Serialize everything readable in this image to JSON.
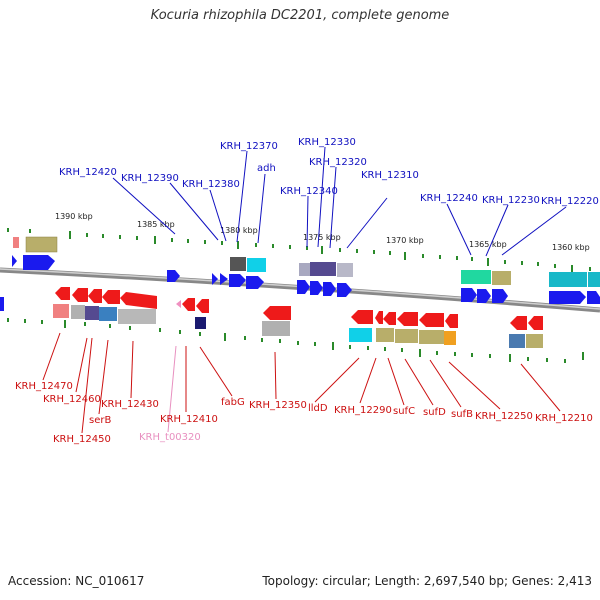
{
  "title": "Kocuria rhizophila DC2201, complete genome",
  "footer": {
    "accession": "Accession: NC_010617",
    "summary": "Topology: circular; Length: 2,697,540 bp; Genes: 2,413"
  },
  "colors": {
    "forward_label": "#1010c0",
    "reverse_label": "#cc1010",
    "rna_label": "#e890c0",
    "forward_gene": "#1a1aee",
    "reverse_gene": "#ee1a1a",
    "backbone": "#888888",
    "tick": "#2a8a2a"
  },
  "scale_labels": [
    "1390 kbp",
    "1385 kbp",
    "1380 kbp",
    "1375 kbp",
    "1370 kbp",
    "1365 kbp",
    "1360 kbp"
  ],
  "forward_labels": [
    "KRH_12420",
    "KRH_12390",
    "KRH_12380",
    "KRH_12370",
    "adh",
    "KRH_12340",
    "KRH_12330",
    "KRH_12320",
    "KRH_12310",
    "KRH_12240",
    "KRH_12230",
    "KRH_12220"
  ],
  "reverse_labels": [
    "KRH_12470",
    "KRH_12460",
    "KRH_12450",
    "serB",
    "KRH_12430",
    "KRH_t00320",
    "KRH_12410",
    "fabG",
    "KRH_12350",
    "lldD",
    "KRH_12290",
    "sufC",
    "sufD",
    "sufB",
    "KRH_12250",
    "KRH_12210"
  ]
}
